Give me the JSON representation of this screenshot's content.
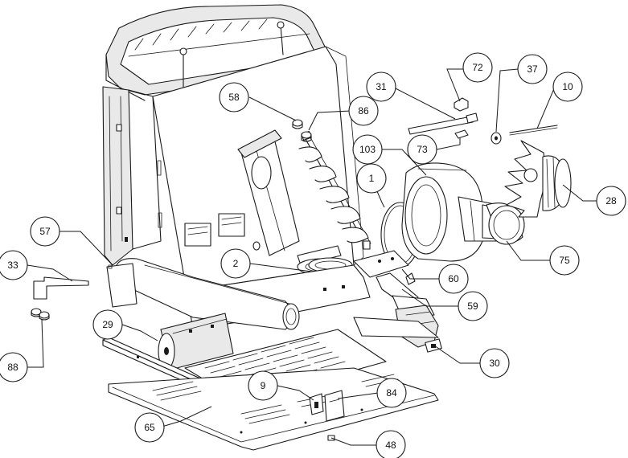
{
  "callouts": [
    {
      "id": "c58",
      "label": "58"
    },
    {
      "id": "c86",
      "label": "86"
    },
    {
      "id": "c31",
      "label": "31"
    },
    {
      "id": "c72",
      "label": "72"
    },
    {
      "id": "c37",
      "label": "37"
    },
    {
      "id": "c10",
      "label": "10"
    },
    {
      "id": "c103",
      "label": "103"
    },
    {
      "id": "c73",
      "label": "73"
    },
    {
      "id": "c1",
      "label": "1"
    },
    {
      "id": "c28",
      "label": "28"
    },
    {
      "id": "c57",
      "label": "57"
    },
    {
      "id": "c2",
      "label": "2"
    },
    {
      "id": "c75",
      "label": "75"
    },
    {
      "id": "c33",
      "label": "33"
    },
    {
      "id": "c60",
      "label": "60"
    },
    {
      "id": "c59",
      "label": "59"
    },
    {
      "id": "c29",
      "label": "29"
    },
    {
      "id": "c30",
      "label": "30"
    },
    {
      "id": "c88",
      "label": "88"
    },
    {
      "id": "c9",
      "label": "9"
    },
    {
      "id": "c84",
      "label": "84"
    },
    {
      "id": "c65",
      "label": "65"
    },
    {
      "id": "c48",
      "label": "48"
    }
  ]
}
